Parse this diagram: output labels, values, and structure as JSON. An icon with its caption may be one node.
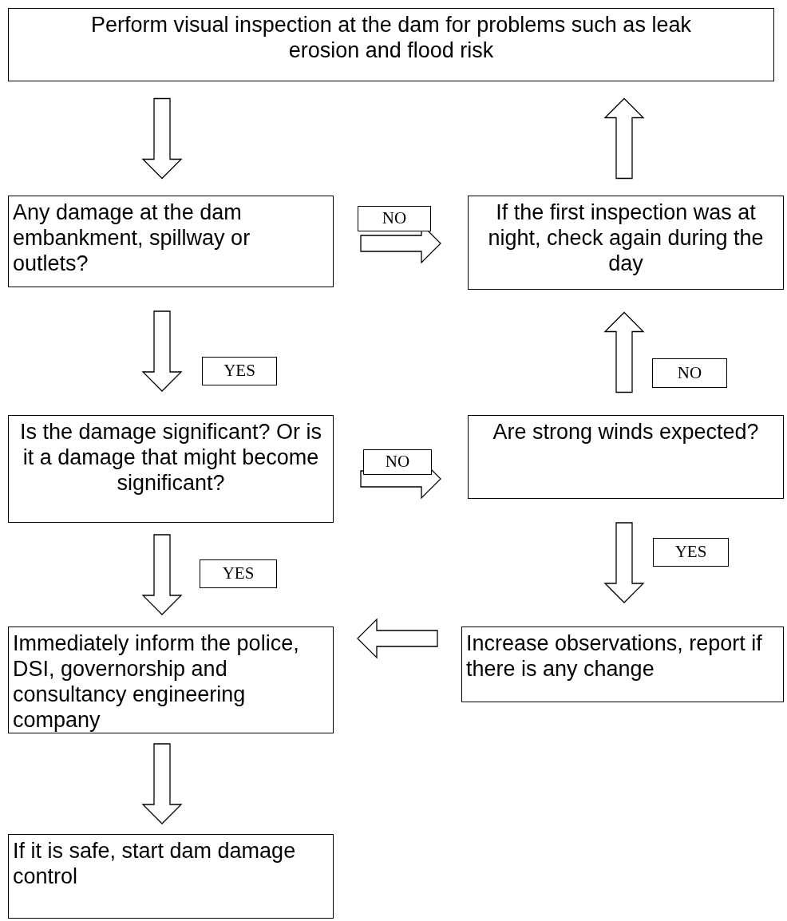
{
  "diagram": {
    "nodes": [
      {
        "text": [
          "Perform visual inspection at the dam for problems such as leak erosion and flood risk"
        ]
      },
      {
        "text": [
          "Any damage at the dam embankment, spillway or outlets?"
        ]
      },
      {
        "text": [
          "If the first inspection was at night, check again during the day"
        ]
      },
      {
        "text": [
          "Is the damage significant? Or is it a damage that might become significant?"
        ]
      },
      {
        "text": [
          "Are strong winds expected?"
        ]
      },
      {
        "text": [
          "Immediately inform the police, DSI, governorship and consultancy engineering company"
        ]
      },
      {
        "text": [
          "Increase observations, report if there is any change"
        ]
      },
      {
        "text": [
          "If it is safe, start dam damage control"
        ]
      }
    ],
    "edges": [
      {
        "from": 0,
        "to": 1,
        "arrow": "to"
      },
      {
        "from": 1,
        "to": 2,
        "arrow": "to",
        "label": "NO"
      },
      {
        "from": 1,
        "to": 3,
        "arrow": "to",
        "label": "YES"
      },
      {
        "from": 3,
        "to": 4,
        "arrow": "to",
        "label": "NO"
      },
      {
        "from": 3,
        "to": 5,
        "arrow": "to",
        "label": "YES"
      },
      {
        "from": 4,
        "to": 2,
        "arrow": "to",
        "label": "NO"
      },
      {
        "from": 4,
        "to": 6,
        "arrow": "to",
        "label": "YES"
      },
      {
        "from": 6,
        "to": 5,
        "arrow": "to"
      },
      {
        "from": 5,
        "to": 7,
        "arrow": "to"
      },
      {
        "from": 2,
        "to": 0,
        "arrow": "to"
      }
    ]
  }
}
